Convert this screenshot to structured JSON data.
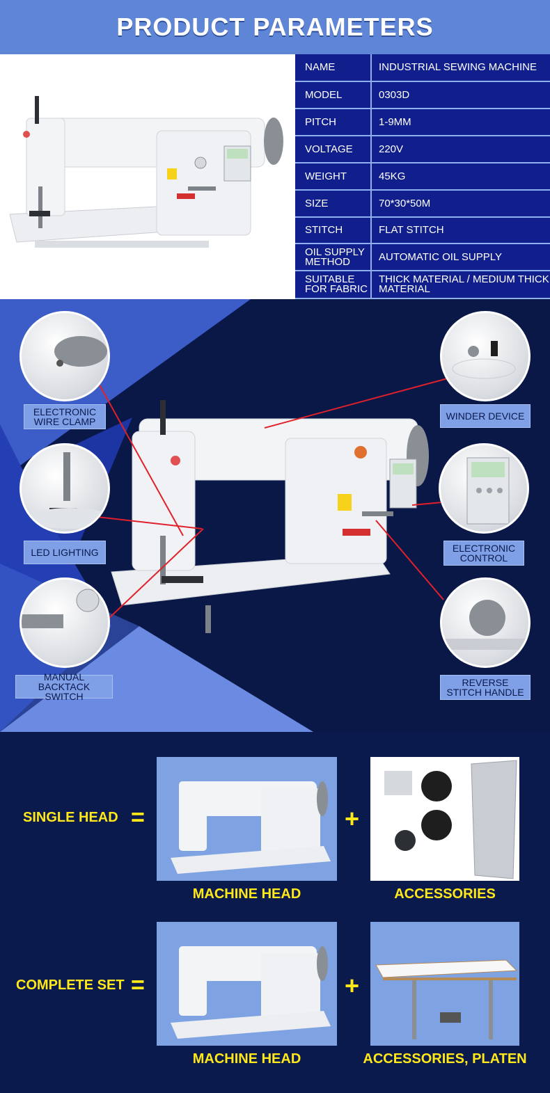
{
  "header": {
    "title": "PRODUCT PARAMETERS"
  },
  "specs": [
    {
      "key": "NAME",
      "value": "INDUSTRIAL SEWING MACHINE"
    },
    {
      "key": "MODEL",
      "value": "0303D"
    },
    {
      "key": "PITCH",
      "value": "1-9MM"
    },
    {
      "key": "VOLTAGE",
      "value": "220V"
    },
    {
      "key": "WEIGHT",
      "value": "45KG"
    },
    {
      "key": "SIZE",
      "value": "70*30*50M"
    },
    {
      "key": "STITCH",
      "value": "FLAT STITCH"
    },
    {
      "key": "OIL SUPPLY METHOD",
      "value": "AUTOMATIC OIL SUPPLY"
    },
    {
      "key": "SUITABLE FOR FABRIC",
      "value": "THICK MATERIAL / MEDIUM THICK MATERIAL"
    }
  ],
  "features": {
    "wire_clamp": "ELECTRONIC WIRE CLAMP",
    "led": "LED LIGHTING",
    "backtack": "MANUAL BACKTACK SWITCH",
    "winder": "WINDER DEVICE",
    "control": "ELECTRONIC CONTROL",
    "reverse": "REVERSE STITCH HANDLE"
  },
  "bundles": {
    "single": {
      "label": "SINGLE HEAD",
      "eq": "=",
      "plus": "+",
      "cap1": "MACHINE HEAD",
      "cap2": "ACCESSORIES"
    },
    "complete": {
      "label": "COMPLETE SET",
      "eq": "=",
      "plus": "+",
      "cap1": "MACHINE HEAD",
      "cap2": "ACCESSORIES, PLATEN"
    }
  },
  "colors": {
    "header_blue": "#5f86d6",
    "table_blue": "#101f8c",
    "navy": "#0b1a4d",
    "label_blue": "#7fa0e6",
    "accent_yellow": "#ffe81a",
    "pointer_red": "#e0202a"
  }
}
